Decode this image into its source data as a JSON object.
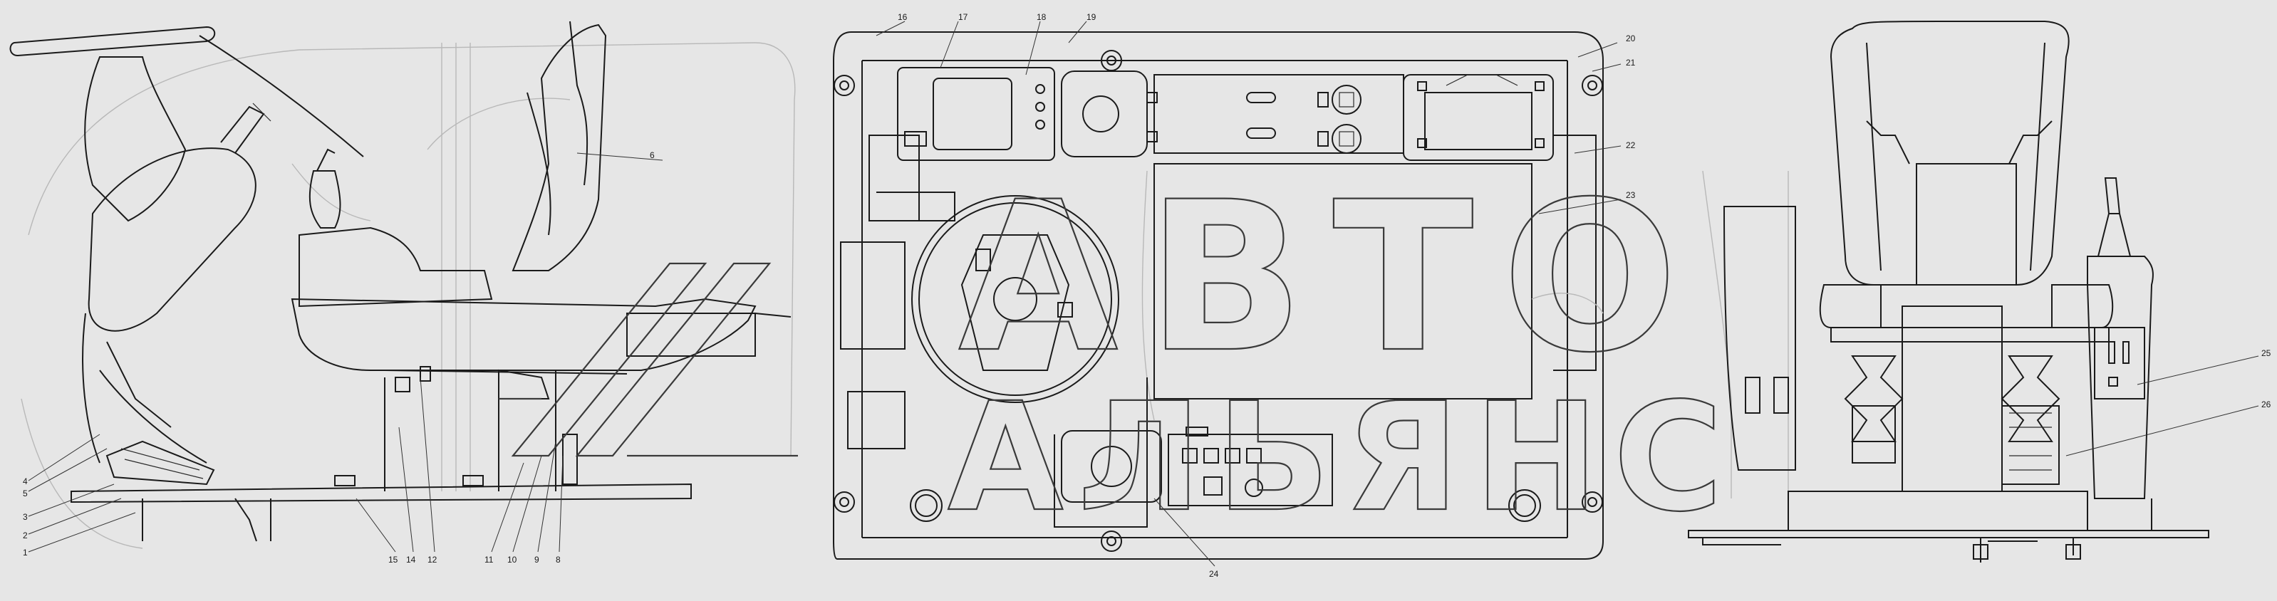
{
  "callouts": {
    "n1": "1",
    "n2": "2",
    "n3": "3",
    "n4": "4",
    "n5": "5",
    "n6": "6",
    "n8": "8",
    "n9": "9",
    "n10": "10",
    "n11": "11",
    "n12": "12",
    "n14": "14",
    "n15": "15",
    "n16": "16",
    "n17": "17",
    "n18": "18",
    "n19": "19",
    "n20": "20",
    "n21": "21",
    "n22": "22",
    "n23": "23",
    "n24": "24",
    "n25": "25",
    "n26": "26"
  },
  "watermark": {
    "line1": "АВТО",
    "line2": "АЛЬЯНС"
  }
}
